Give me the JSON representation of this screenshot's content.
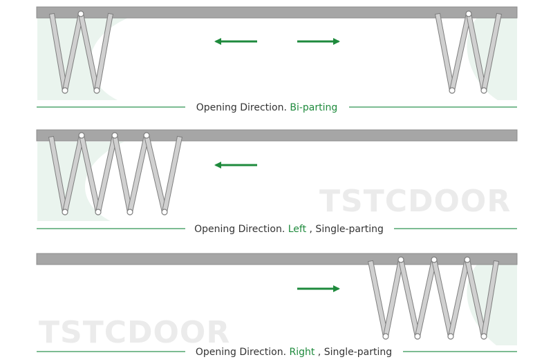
{
  "colors": {
    "rail": "#a6a6a6",
    "rail_edge": "#8c8c8c",
    "panel_fill": "#d0d0d0",
    "panel_edge": "#7d7d7d",
    "accent": "#1e8a3c",
    "divider": "#2e9450",
    "tint": "#eaf4ee",
    "watermark": "#ebebeb"
  },
  "watermark": "TSTCDOOR",
  "diagrams": [
    {
      "id": "bi-parting",
      "caption": {
        "prefix": "Opening Direction. ",
        "highlight": "Bi-parting",
        "suffix": ""
      },
      "arrows": [
        "left",
        "right"
      ]
    },
    {
      "id": "left",
      "caption": {
        "prefix": "Opening Direction. ",
        "highlight": "Left",
        "suffix": " , Single-parting"
      },
      "arrows": [
        "left"
      ]
    },
    {
      "id": "right",
      "caption": {
        "prefix": "Opening Direction. ",
        "highlight": "Right",
        "suffix": " , Single-parting"
      },
      "arrows": [
        "right"
      ]
    }
  ]
}
